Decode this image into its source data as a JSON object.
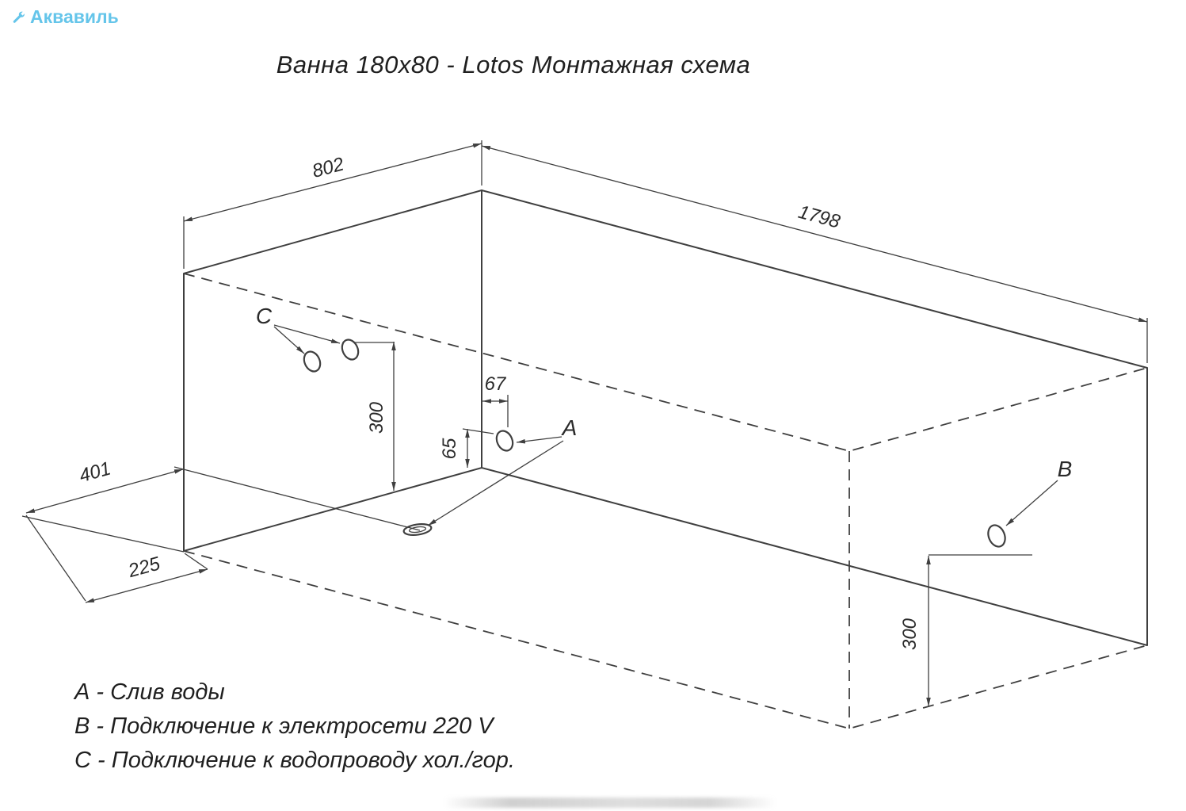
{
  "logo": {
    "text": "Аквавиль"
  },
  "title": "Ванна 180x80 - Lotos Монтажная схема",
  "diagram": {
    "labels": {
      "a": "A",
      "b": "B",
      "c": "C"
    },
    "dims": {
      "top_width": "802",
      "top_length": "1798",
      "floor_offset_long": "401",
      "floor_offset_short": "225",
      "c_height": "300",
      "a_offset_x": "67",
      "a_offset_y": "65",
      "b_height": "300"
    }
  },
  "legend": {
    "a": "А - Слив воды",
    "b": "В - Подключение к электросети 220 V",
    "c": "С - Подключение к водопроводу хол./гор."
  },
  "colors": {
    "line": "#3f3f3f",
    "logo": "#55bfe8"
  }
}
